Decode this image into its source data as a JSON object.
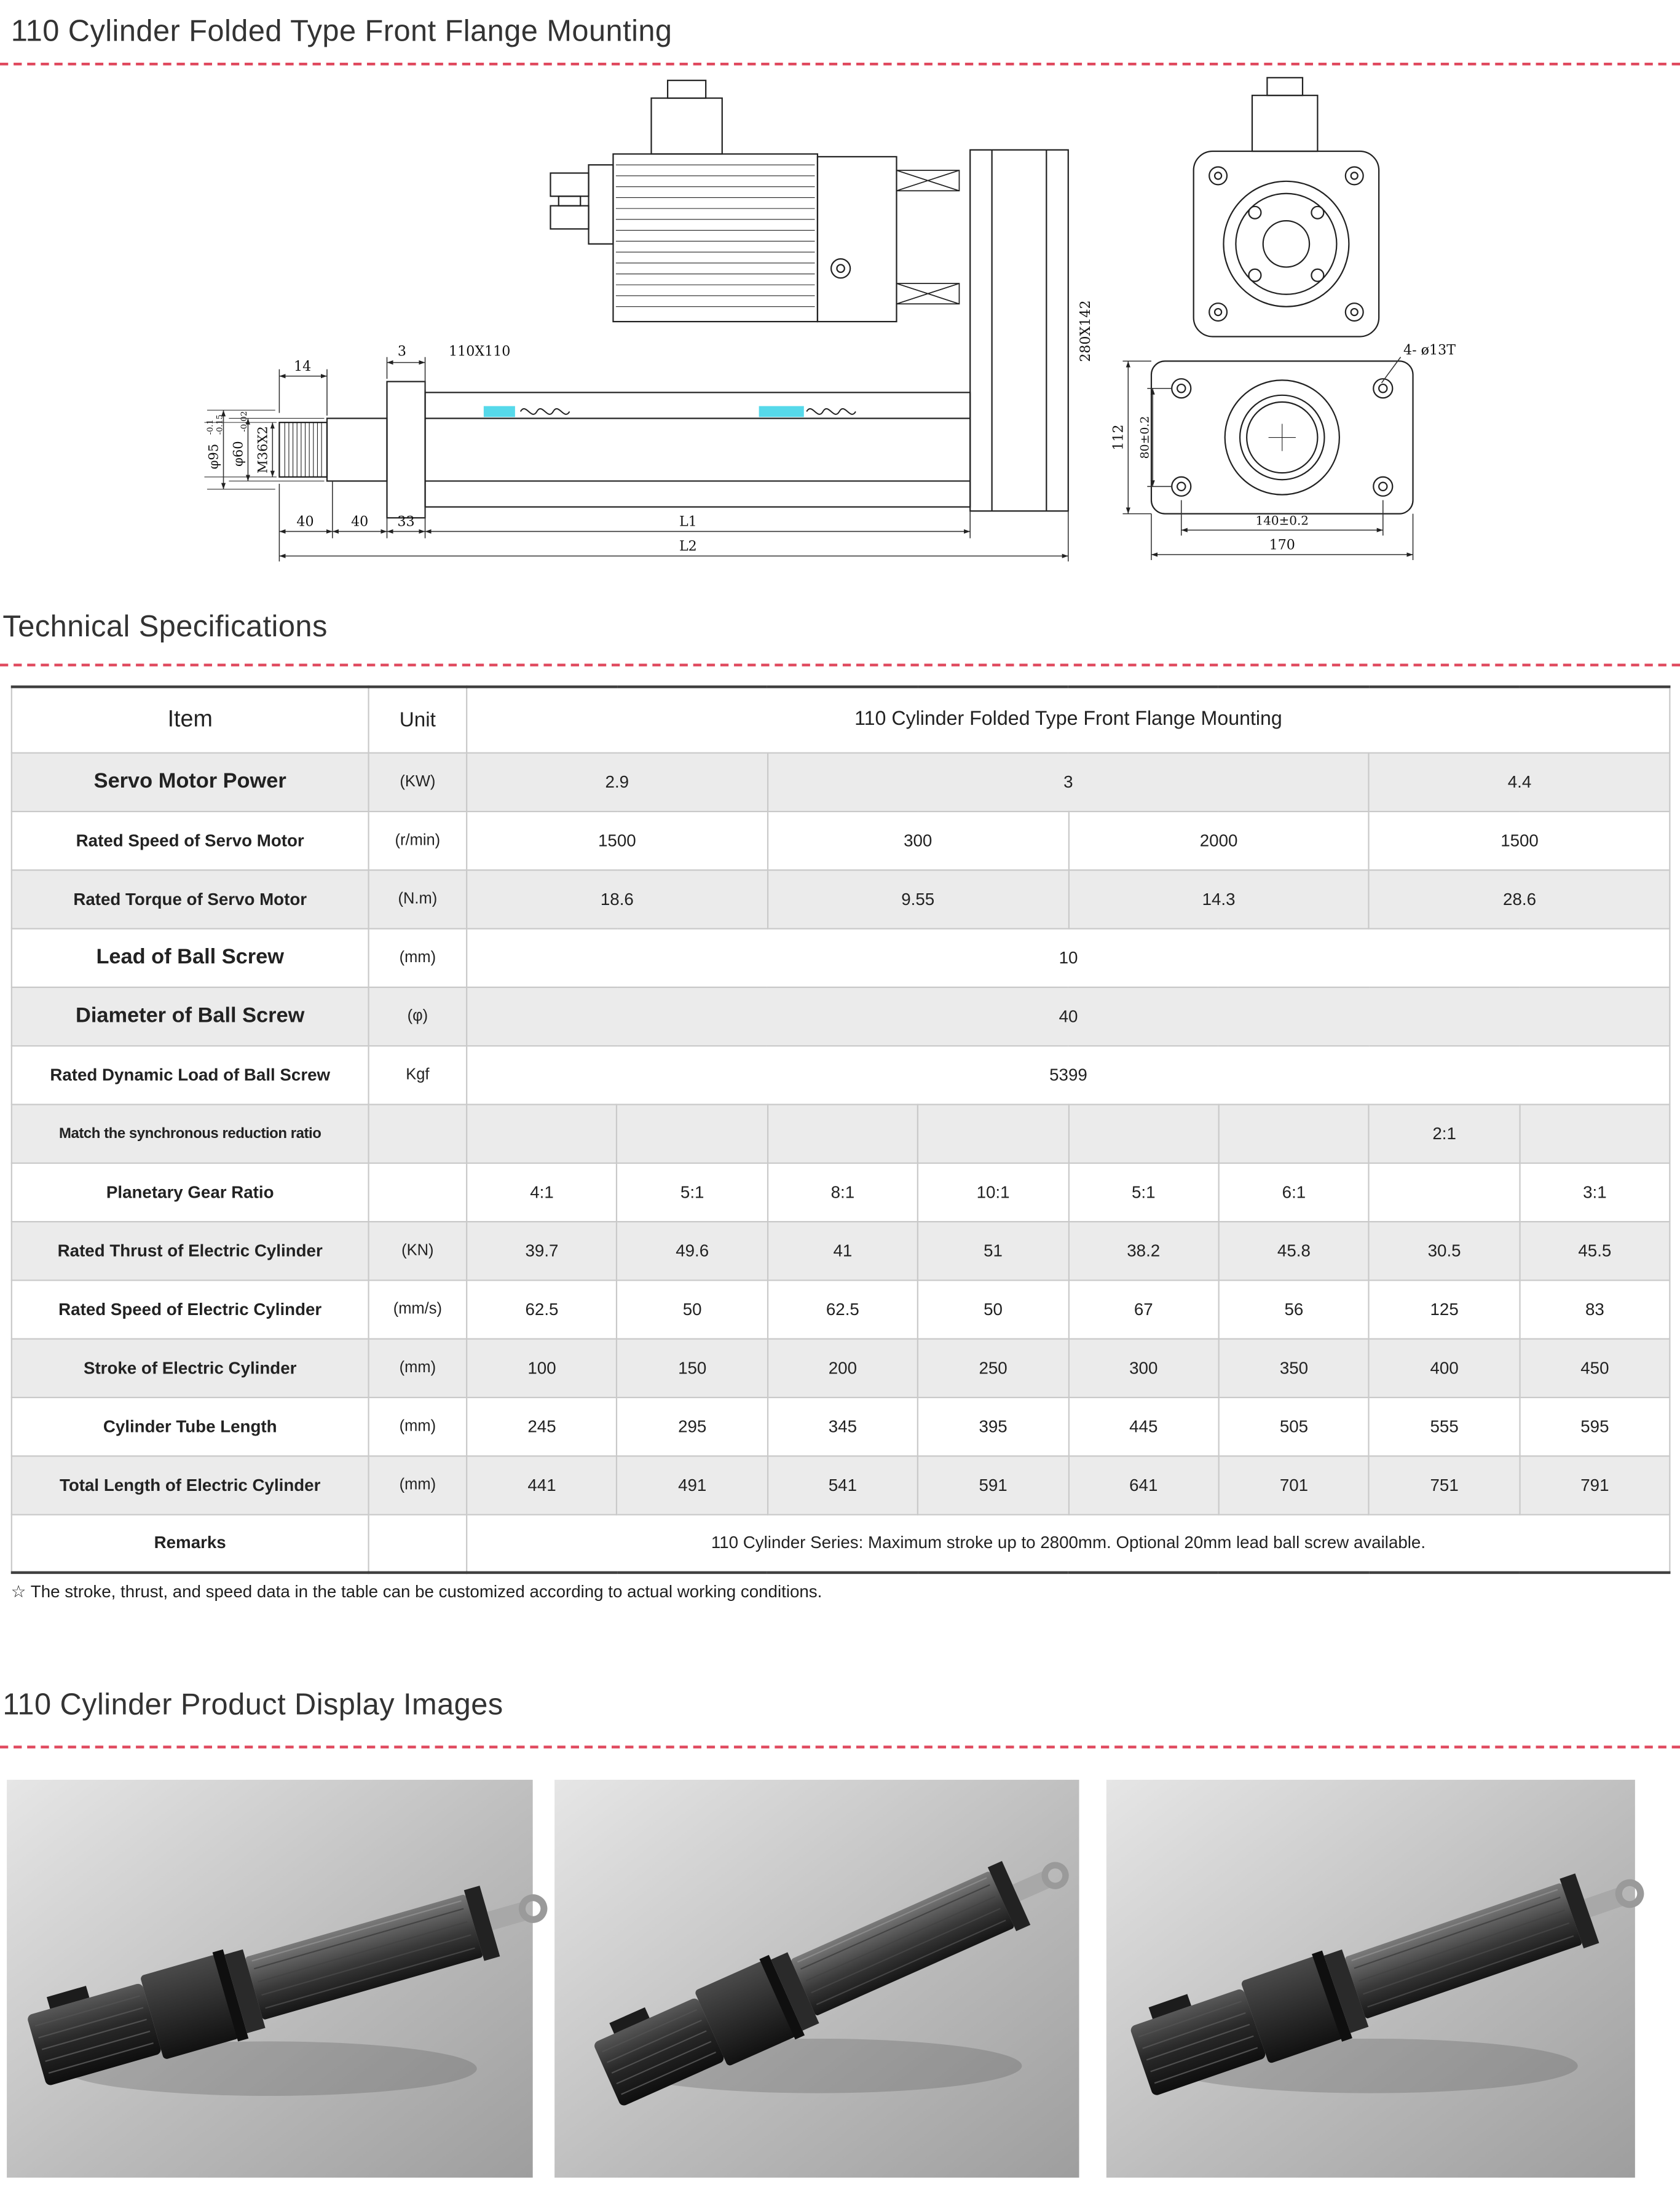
{
  "page": {
    "title": "110 Cylinder Folded Type Front Flange Mounting",
    "specs_heading": "Technical Specifications",
    "display_heading": "110 Cylinder Product Display Images",
    "footnote": "☆ The stroke, thrust, and speed data in the table can be customized according to actual working conditions.",
    "accent_color": "#e0495e"
  },
  "drawing": {
    "front_view": {
      "d14": "14",
      "d3": "3",
      "d110": "110X110",
      "d280": "280X142",
      "phi95": "φ95",
      "phi95_tol_upper": "-0.1",
      "phi95_tol_lower": "-0.15",
      "phi60": "φ60",
      "phi60_tol": "-0.02",
      "thread": "M36X2",
      "d40a": "40",
      "d40b": "40",
      "d33": "33",
      "l1": "L1",
      "l2": "L2"
    },
    "side_view": {
      "bolt_callout": "4- ø13T",
      "d112": "112",
      "d80": "80±0.2",
      "d140": "140±0.2",
      "d170": "170"
    }
  },
  "table": {
    "header": {
      "item": "Item",
      "unit": "Unit",
      "title": "110 Cylinder Folded Type Front Flange Mounting"
    },
    "rows": [
      {
        "label": "Servo Motor Power",
        "unit": "(KW)",
        "size": "lg",
        "cells": [
          {
            "t": "2.9",
            "s": 2
          },
          {
            "t": "3",
            "s": 4
          },
          {
            "t": "4.4",
            "s": 2
          }
        ]
      },
      {
        "label": "Rated Speed of Servo Motor",
        "unit": "(r/min)",
        "size": "md",
        "cells": [
          {
            "t": "1500",
            "s": 2
          },
          {
            "t": "300",
            "s": 2
          },
          {
            "t": "2000",
            "s": 2
          },
          {
            "t": "1500",
            "s": 2
          }
        ]
      },
      {
        "label": "Rated Torque of Servo Motor",
        "unit": "(N.m)",
        "size": "md",
        "cells": [
          {
            "t": "18.6",
            "s": 2
          },
          {
            "t": "9.55",
            "s": 2
          },
          {
            "t": "14.3",
            "s": 2
          },
          {
            "t": "28.6",
            "s": 2
          }
        ]
      },
      {
        "label": "Lead of Ball Screw",
        "unit": "(mm)",
        "size": "lg",
        "cells": [
          {
            "t": "10",
            "s": 8
          }
        ]
      },
      {
        "label": "Diameter of Ball Screw",
        "unit": "(φ)",
        "size": "lg",
        "cells": [
          {
            "t": "40",
            "s": 8
          }
        ]
      },
      {
        "label": "Rated Dynamic Load of Ball Screw",
        "unit": "Kgf",
        "size": "md",
        "cells": [
          {
            "t": "5399",
            "s": 8
          }
        ]
      },
      {
        "label": "Match the synchronous reduction ratio",
        "unit": "",
        "size": "sm",
        "cells": [
          "",
          "",
          "",
          "",
          "",
          "",
          "2:1",
          ""
        ]
      },
      {
        "label": "Planetary Gear Ratio",
        "unit": "",
        "size": "md",
        "cells": [
          "4:1",
          "5:1",
          "8:1",
          "10:1",
          "5:1",
          "6:1",
          "",
          "3:1"
        ]
      },
      {
        "label": "Rated Thrust of Electric Cylinder",
        "unit": "(KN)",
        "size": "md",
        "cells": [
          "39.7",
          "49.6",
          "41",
          "51",
          "38.2",
          "45.8",
          "30.5",
          "45.5"
        ]
      },
      {
        "label": "Rated Speed of Electric Cylinder",
        "unit": "(mm/s)",
        "size": "md",
        "cells": [
          "62.5",
          "50",
          "62.5",
          "50",
          "67",
          "56",
          "125",
          "83"
        ]
      },
      {
        "label": "Stroke of Electric Cylinder",
        "unit": "(mm)",
        "size": "md",
        "cells": [
          "100",
          "150",
          "200",
          "250",
          "300",
          "350",
          "400",
          "450"
        ]
      },
      {
        "label": "Cylinder Tube Length",
        "unit": "(mm)",
        "size": "md",
        "cells": [
          "245",
          "295",
          "345",
          "395",
          "445",
          "505",
          "555",
          "595"
        ]
      },
      {
        "label": "Total Length of Electric Cylinder",
        "unit": "(mm)",
        "size": "md",
        "cells": [
          "441",
          "491",
          "541",
          "591",
          "641",
          "701",
          "751",
          "791"
        ]
      },
      {
        "label": "Remarks",
        "unit": "",
        "size": "md",
        "cells": [
          {
            "t": "110 Cylinder Series: Maximum stroke up to 2800mm. Optional 20mm lead ball screw available.",
            "s": 8
          }
        ]
      }
    ]
  }
}
